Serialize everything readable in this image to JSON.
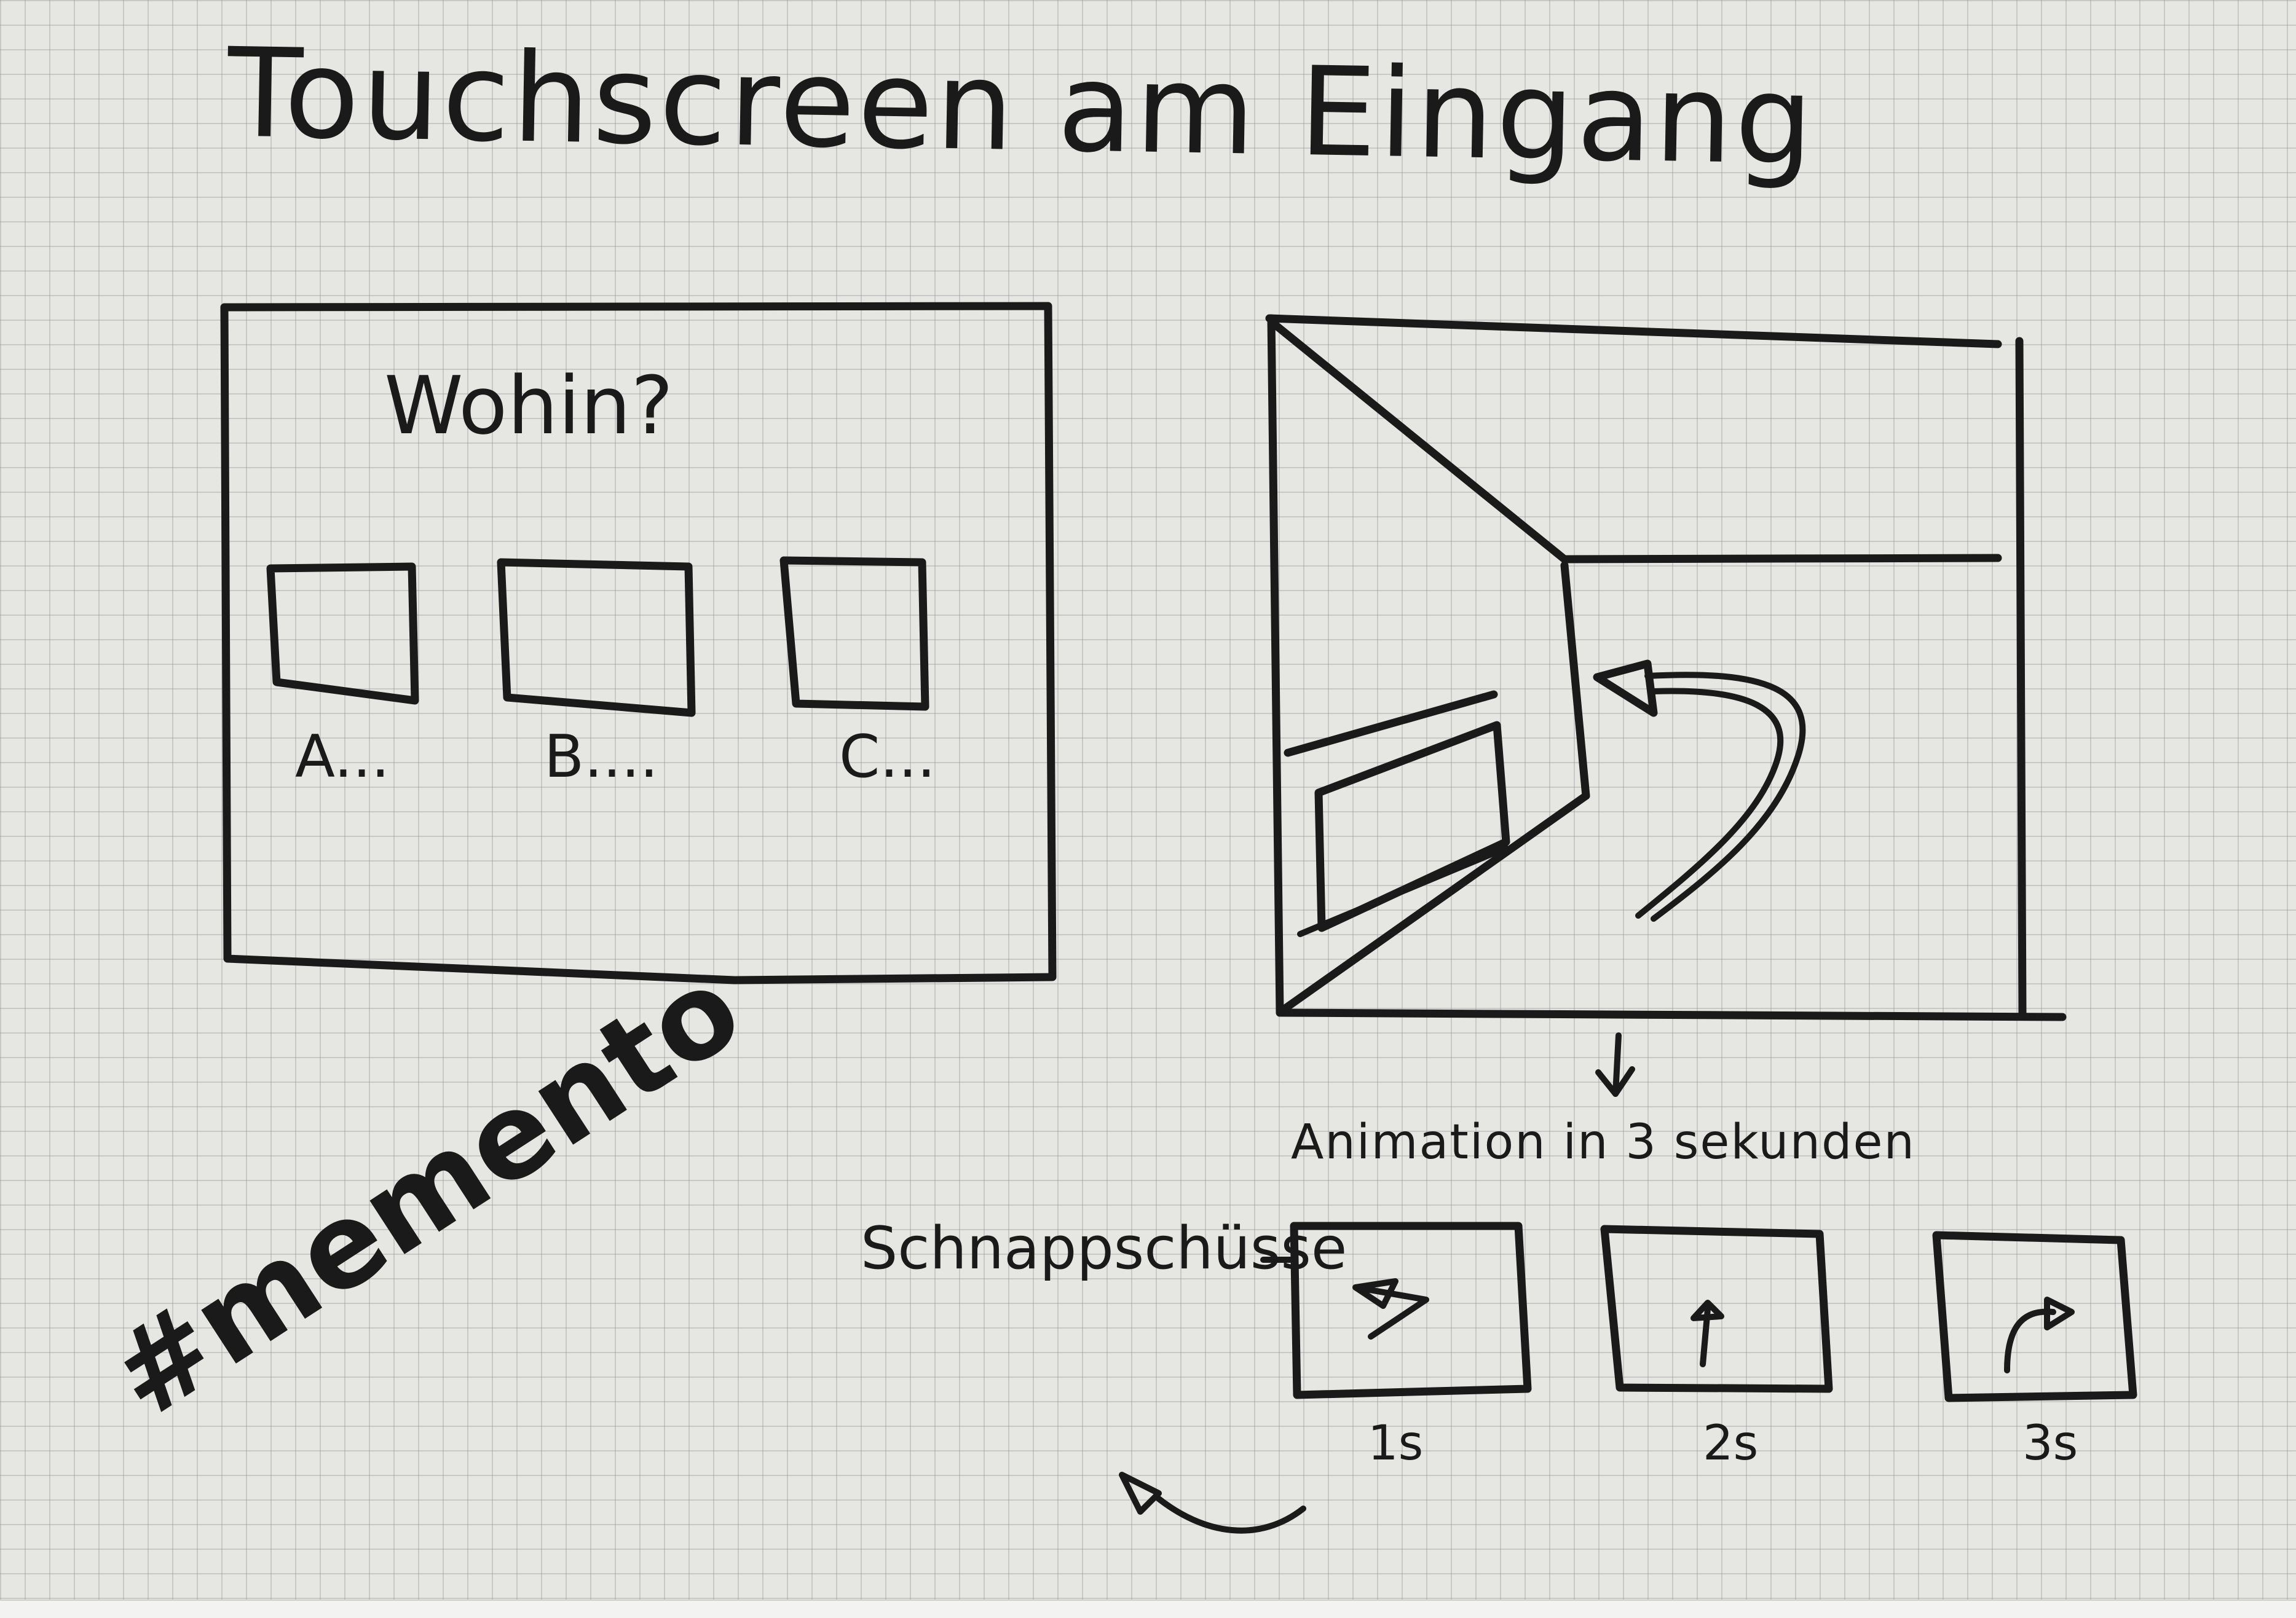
{
  "title": "Touchscreen am Eingang",
  "screen1": {
    "question": "Wohin?",
    "options": [
      "A...",
      "B....",
      "C..."
    ]
  },
  "screen2": {
    "caption": "Animation in 3 sekunden"
  },
  "snapshots": {
    "label": "Schnappschüsse",
    "times": [
      "1s",
      "2s",
      "3s"
    ]
  },
  "hashtag": "#memento",
  "icons": [
    "arrow-back-left-icon",
    "arrow-up-icon",
    "arrow-turn-right-icon",
    "down-arrow-icon",
    "curved-back-arrow-icon"
  ],
  "colors": {
    "paper": "#e6e6e3",
    "ink": "#1a1a1a"
  }
}
